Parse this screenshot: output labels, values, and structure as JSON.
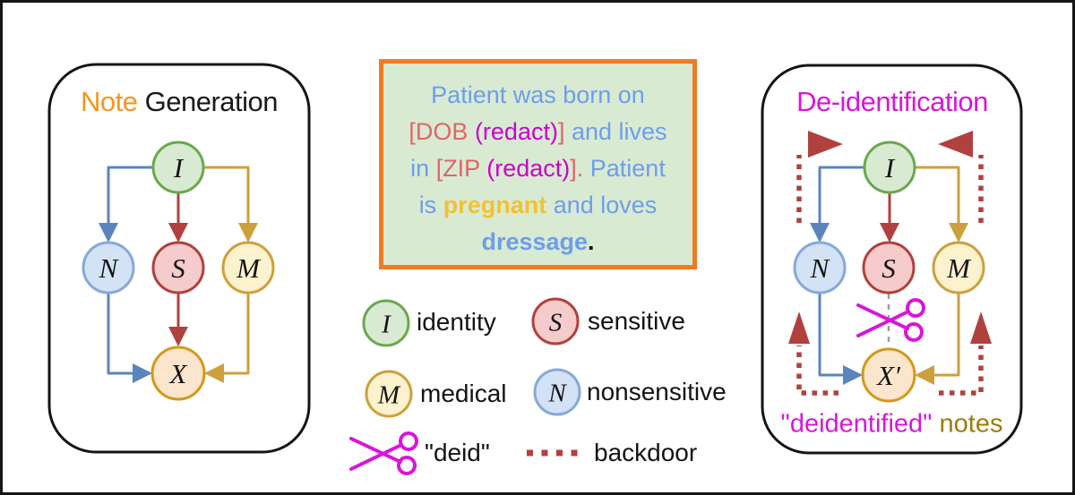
{
  "colors": {
    "green-stroke": "#6aa84f",
    "green-fill": "#d9ead3",
    "blue-stroke": "#85a9d9",
    "blue-fill": "#d3e2f4",
    "blue-arrow": "#5b84bc",
    "red-stroke": "#b0413e",
    "red-fill": "#f5cccb",
    "gold-stroke": "#cda03d",
    "gold-fill": "#fdf2ce",
    "x-stroke": "#d2991a",
    "x-fill": "#fce5cd",
    "backdoor": "#b0413e",
    "gray-dash": "#9e9e9e",
    "magenta": "#d816d8",
    "redact": "#cc00cc",
    "note-orange": "#f7941d",
    "box-border": "#f4791f",
    "blue-text": "#6d9eeb",
    "salmon": "#e06666",
    "gold-text": "#f1c232",
    "notes": "#9b7c0a"
  },
  "panels": {
    "note_generation": {
      "title_highlight": "Note",
      "title_rest": "Generation",
      "nodes": {
        "I": "I",
        "N": "N",
        "S": "S",
        "M": "M",
        "X": "X"
      }
    },
    "deidentification": {
      "title": "De-identification",
      "nodes": {
        "I": "I",
        "N": "N",
        "S": "S",
        "M": "M",
        "X": "X′"
      },
      "caption_quoted": "\"deidentified\"",
      "caption_rest": " notes"
    }
  },
  "note_box": {
    "lines": [
      {
        "segs": [
          {
            "t": "Patient was born on"
          }
        ]
      },
      {
        "segs": [
          {
            "t": "[DOB "
          },
          {
            "t": "(redact)"
          },
          {
            "t": "]"
          },
          {
            "t": " and lives"
          }
        ]
      },
      {
        "segs": [
          {
            "t": "in "
          },
          {
            "t": "[ZIP "
          },
          {
            "t": "(redact)"
          },
          {
            "t": "]."
          },
          {
            "t": " Patient"
          }
        ]
      },
      {
        "segs": [
          {
            "t": "is "
          },
          {
            "t": "pregnant"
          },
          {
            "t": " and loves"
          }
        ]
      },
      {
        "segs": [
          {
            "t": "dressage"
          },
          {
            "t": "."
          }
        ]
      }
    ]
  },
  "legend": {
    "items": [
      {
        "symbol": "I",
        "label": "identity"
      },
      {
        "symbol": "S",
        "label": "sensitive"
      },
      {
        "symbol": "M",
        "label": "medical"
      },
      {
        "symbol": "N",
        "label": "nonsensitive"
      },
      {
        "symbol": "scissors",
        "label": "\"deid\""
      },
      {
        "symbol": "backdoor-dots",
        "label": "backdoor"
      }
    ]
  }
}
